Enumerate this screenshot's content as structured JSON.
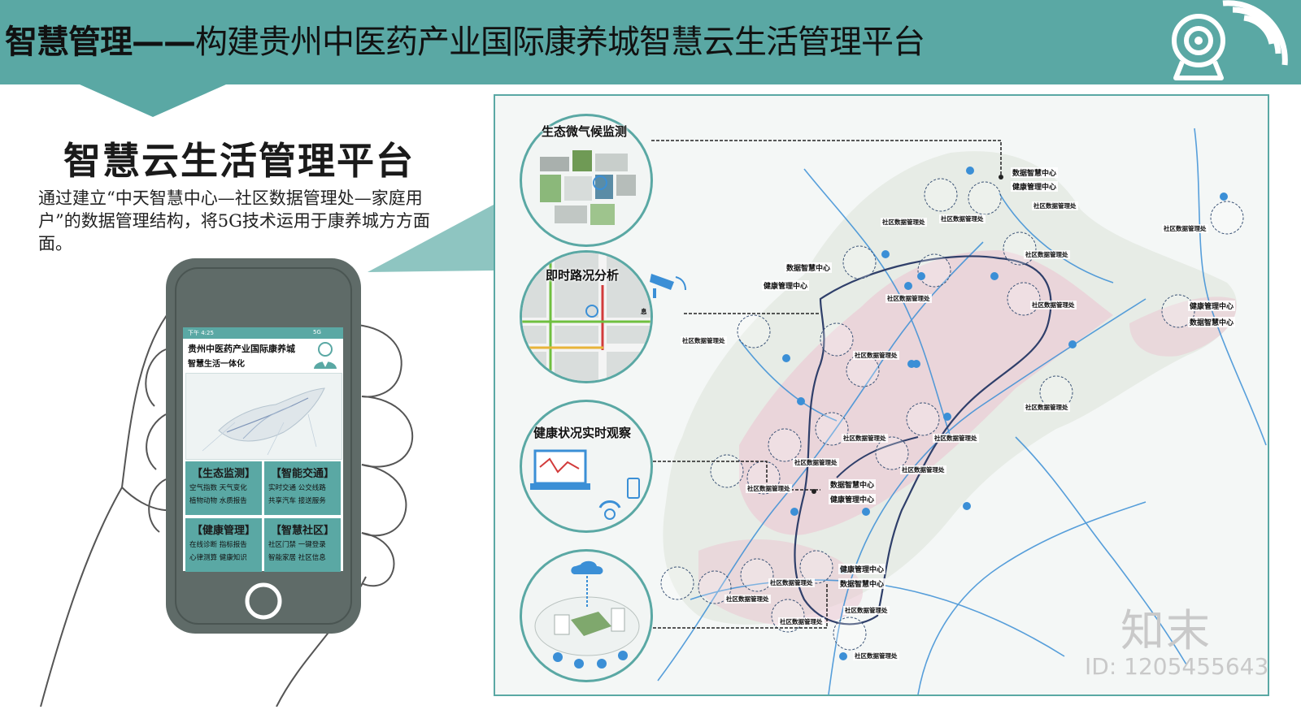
{
  "header": {
    "title_bold": "智慧管理——",
    "title_rest": "构建贵州中医药产业国际康养城智慧云生活管理平台"
  },
  "intro": {
    "title": "智慧云生活管理平台",
    "description": "通过建立“中天智慧中心—社区数据管理处—家庭用户”的数据管理结构，将5G技术运用于康养城方方面面。"
  },
  "phone": {
    "status_time": "下午 4:25",
    "status_signal": "5G",
    "app_title": "贵州中医药产业国际康养城",
    "app_subtitle": "智慧生活一体化",
    "cards": [
      {
        "title": "【生态监测】",
        "row1": "空气指数  天气变化",
        "row2": "植物动物  水质报告"
      },
      {
        "title": "【智能交通】",
        "row1": "实时交通  公交线路",
        "row2": "共享汽车  接送服务"
      },
      {
        "title": "【健康管理】",
        "row1": "在线诊断  指标报告",
        "row2": "心律测算  健康知识"
      },
      {
        "title": "【智慧社区】",
        "row1": "社区门禁  一键登录",
        "row2": "智能家居  社区信息"
      }
    ]
  },
  "circles": [
    {
      "label": "生态微气候监测"
    },
    {
      "label": "即时路况分析"
    },
    {
      "label": "健康状况实时观察"
    }
  ],
  "map_labels": {
    "data_center": "数据智慧中心",
    "health_center": "健康管理中心",
    "community": "社区数据管理处",
    "info_mark": "息"
  },
  "watermark": {
    "logo": "知末",
    "id": "ID: 1205455643"
  },
  "colors": {
    "accent": "#5aa8a4",
    "route": "#2f3f6a",
    "water": "#3b8fd6",
    "district": "#e6a6b6"
  }
}
